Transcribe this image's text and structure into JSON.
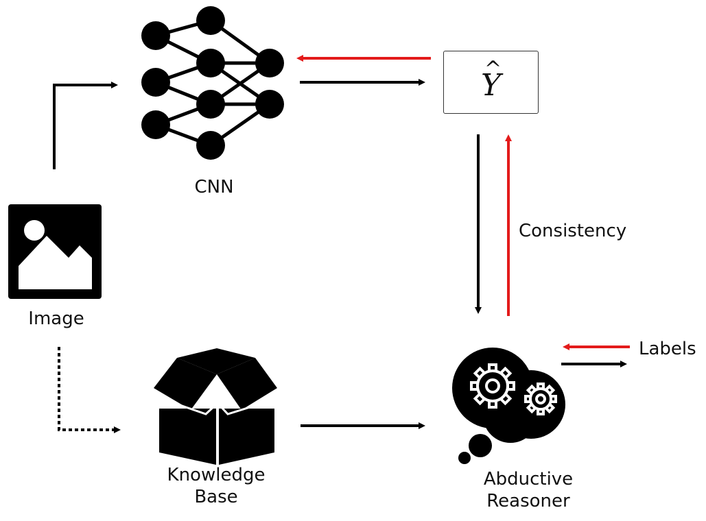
{
  "nodes": {
    "cnn": {
      "label": "CNN"
    },
    "image": {
      "label": "Image"
    },
    "knowledge_base": {
      "label_line1": "Knowledge",
      "label_line2": "Base"
    },
    "prediction": {
      "symbol": "Y",
      "hat": "^"
    },
    "abductive_reasoner": {
      "label_line1": "Abductive",
      "label_line2": "Reasoner"
    }
  },
  "edges": {
    "consistency": {
      "label": "Consistency"
    },
    "labels": {
      "label": "Labels"
    }
  },
  "colors": {
    "stroke": "#000000",
    "feedback": "#e31b1b",
    "background": "#ffffff"
  },
  "icons": {
    "cnn": "neural-network-icon",
    "image": "image-icon",
    "knowledge_base": "box-icon",
    "abductive_reasoner": "thinking-gears-icon"
  }
}
